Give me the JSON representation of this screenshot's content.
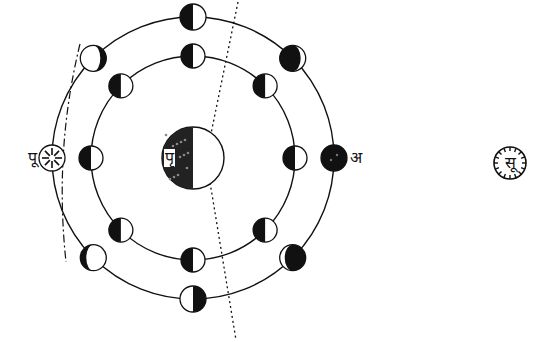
{
  "diagram": {
    "nodes": [
      {
        "text": [
          "पृ"
        ]
      },
      {
        "text": [
          "सू"
        ]
      }
    ],
    "labels": [
      "पू",
      "अ"
    ]
  }
}
